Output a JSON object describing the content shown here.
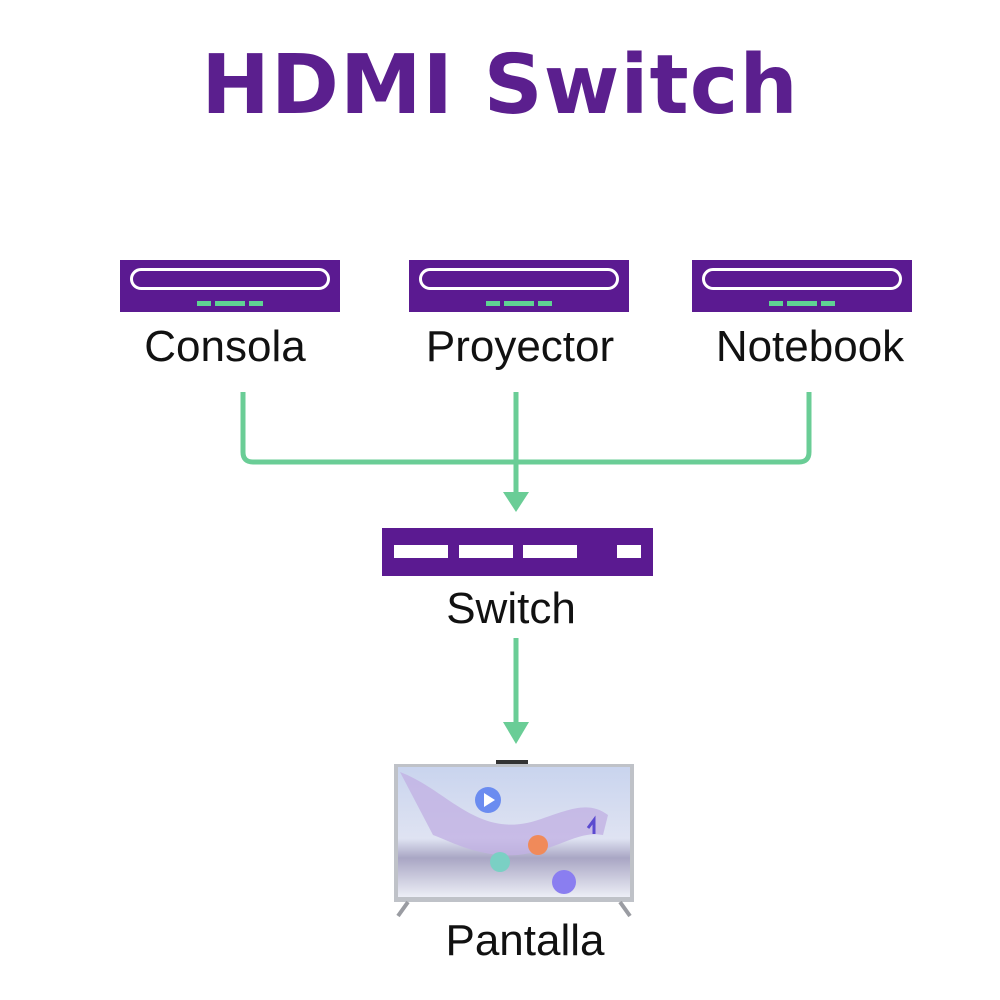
{
  "title": "HDMI Switch",
  "colors": {
    "brand_purple": "#5b1a91",
    "connector_green": "#6acd96"
  },
  "sources": [
    {
      "label": "Consola",
      "icon": "device-icon"
    },
    {
      "label": "Proyector",
      "icon": "device-icon"
    },
    {
      "label": "Notebook",
      "icon": "device-icon"
    }
  ],
  "hub": {
    "label": "Switch",
    "icon": "switch-icon"
  },
  "output": {
    "label": "Pantalla",
    "icon": "tv-icon"
  }
}
